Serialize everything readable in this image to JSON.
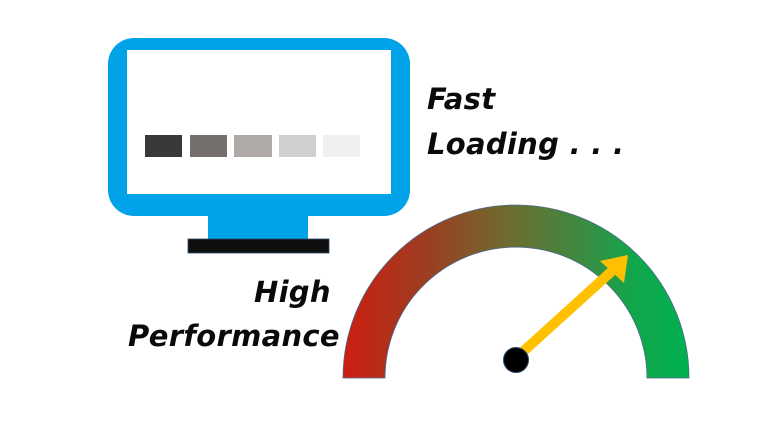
{
  "texts": {
    "fast": "Fast",
    "loading": "Loading . . .",
    "high": "High",
    "performance": "Performance"
  },
  "monitor": {
    "frame_color": "#00a2e8",
    "base_color": "#0f0f0f",
    "loading_blocks": [
      "#3a3937",
      "#75706e",
      "#afaaa8",
      "#d0cecf",
      "#f0f0f0"
    ]
  },
  "gauge": {
    "gradient_colors": [
      "#c8200f",
      "#8a4f28",
      "#5f7a36",
      "#2e9448",
      "#00b04f"
    ],
    "needle_color": "#ffc000",
    "hub_color": "#000000"
  },
  "icons": [
    "monitor-icon",
    "speedometer-icon",
    "needle-arrow-icon"
  ]
}
